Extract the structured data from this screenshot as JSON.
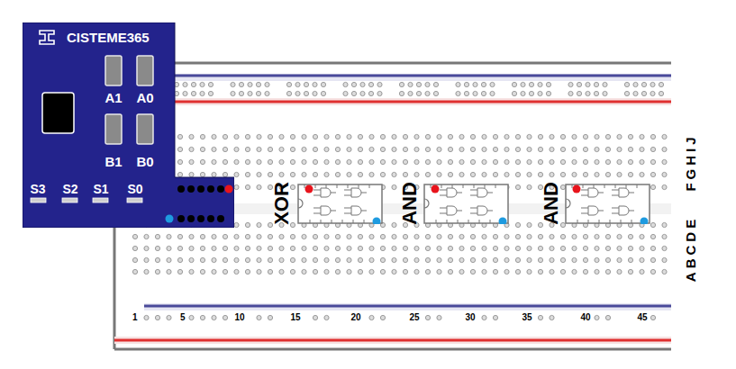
{
  "diagram": {
    "nodes": [
      {
        "text": [
          "CISTEME365"
        ]
      },
      {
        "text": [
          "XOR"
        ]
      },
      {
        "text": [
          "AND"
        ]
      },
      {
        "text": [
          "AND"
        ]
      }
    ],
    "labels": [
      "A1",
      "A0",
      "B1",
      "B0",
      "S3",
      "S2",
      "S1",
      "S0",
      "FGHIJ",
      "ABCDE",
      "1",
      "5",
      "10",
      "15",
      "20",
      "25",
      "30",
      "35",
      "40",
      "45"
    ]
  }
}
